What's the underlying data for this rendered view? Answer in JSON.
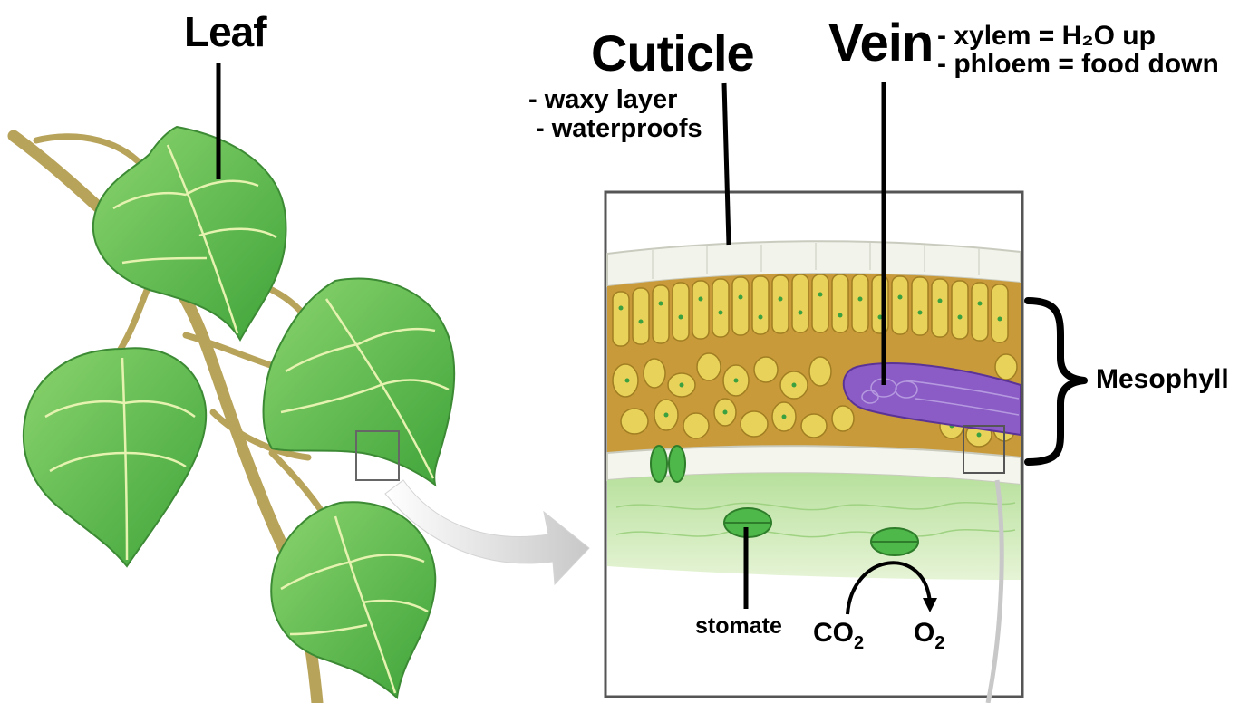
{
  "labels": {
    "leaf": "Leaf",
    "cuticle": "Cuticle",
    "cuticle_notes": [
      "- waxy layer",
      "- waterproofs"
    ],
    "vein": "Vein",
    "vein_notes": [
      "- xylem = H₂O up",
      "- phloem = food down"
    ],
    "mesophyll": "Mesophyll",
    "stomate": "stomate",
    "co2": {
      "base": "CO",
      "sub": "2"
    },
    "o2": {
      "base": "O",
      "sub": "2"
    }
  },
  "colors": {
    "leaf_fill": "#6cc25a",
    "leaf_vein": "#e6f3b0",
    "stem": "#b8a35a",
    "cuticle": "#f2f4ec",
    "palisade_cell": "#e9d25a",
    "mesophyll_bg": "#c99a3a",
    "lower_epidermis": "#cfe8b8",
    "vein_bundle": "#8b5cc6",
    "guard_cell": "#4fb84a",
    "text": "#000000"
  }
}
